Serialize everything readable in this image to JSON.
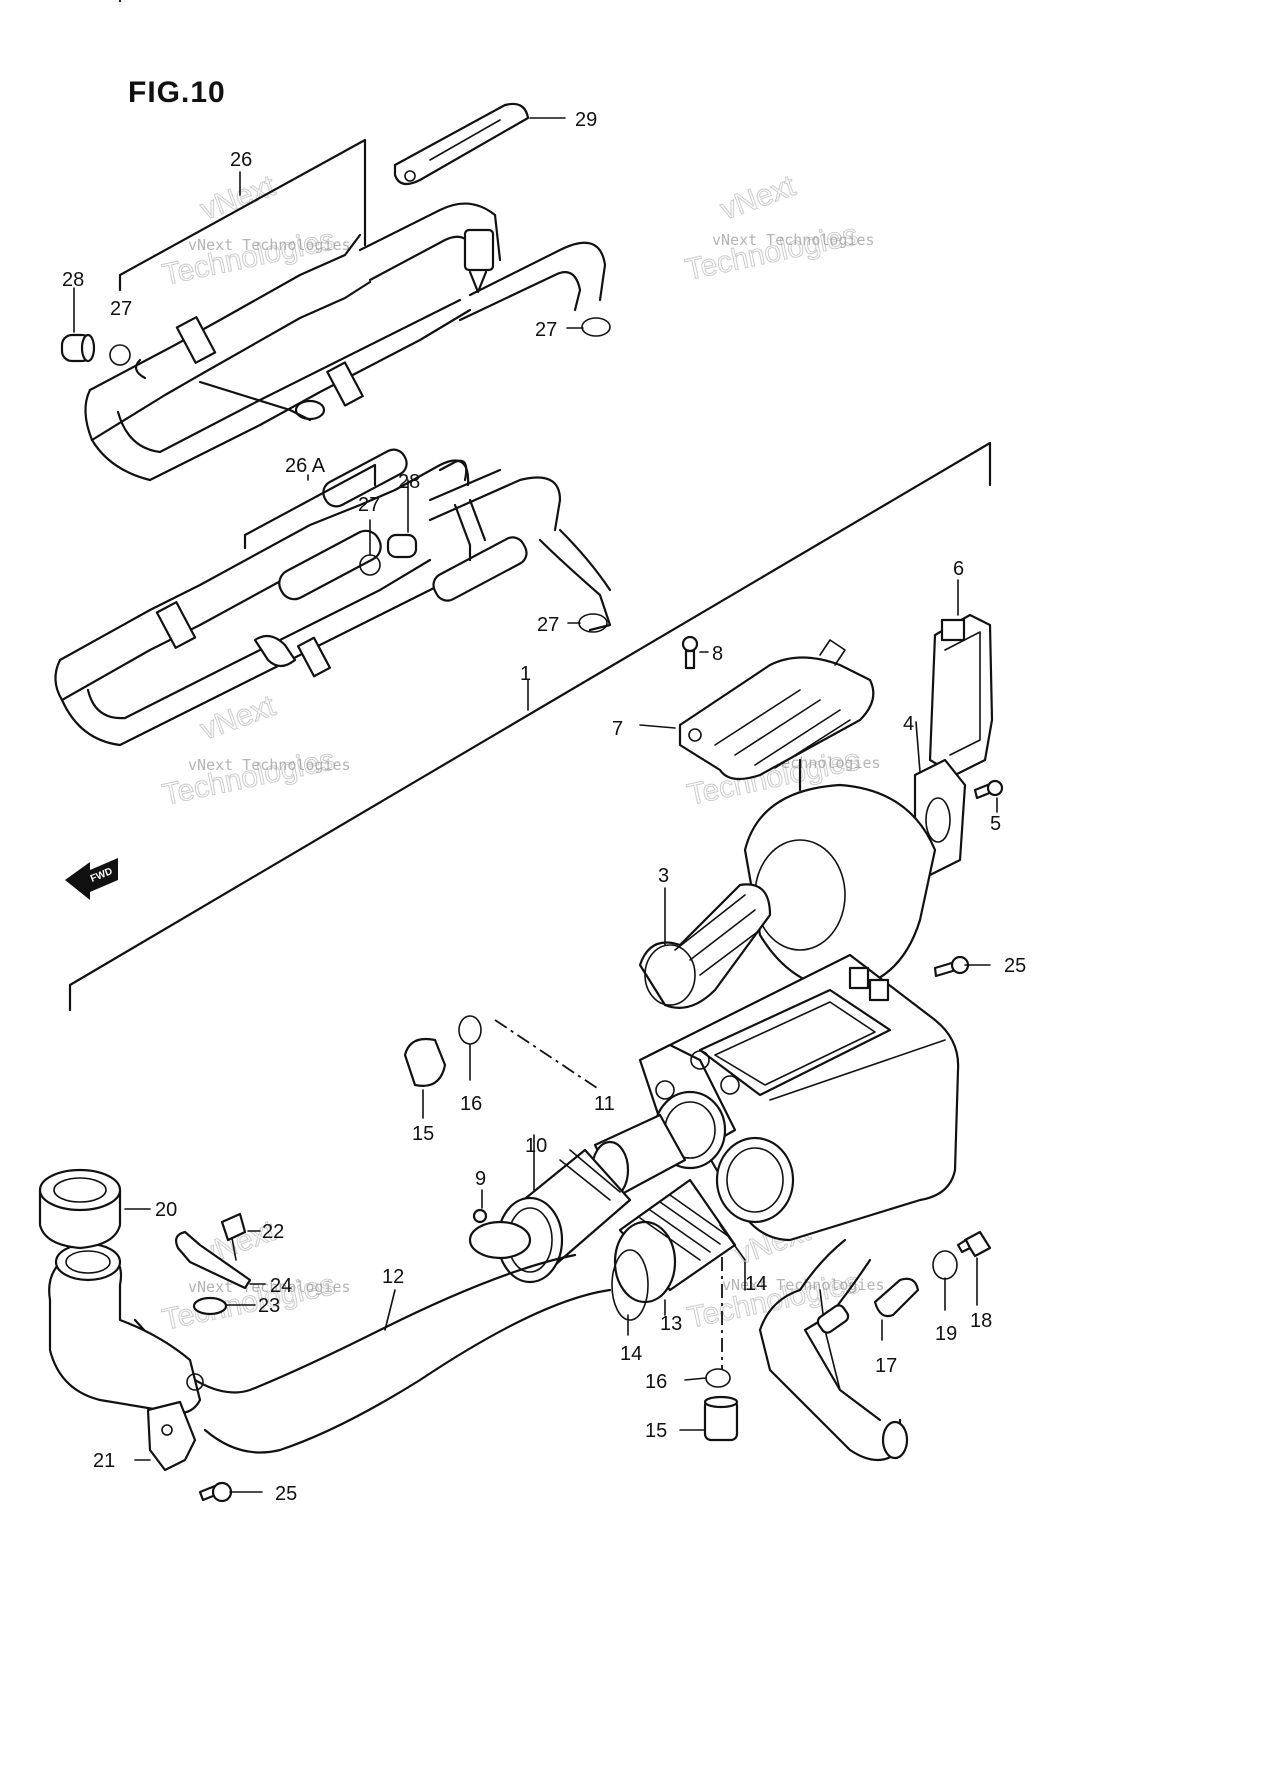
{
  "figure": {
    "title": "FIG.10",
    "fwd_label": "FWD"
  },
  "watermark": {
    "line1": "vNext",
    "line2": "vNext Technologies",
    "line3": "Technologies"
  },
  "callouts": {
    "c1": "1",
    "c3": "3",
    "c4": "4",
    "c5": "5",
    "c6": "6",
    "c7": "7",
    "c8": "8",
    "c9": "9",
    "c10": "10",
    "c11": "11",
    "c12": "12",
    "c13": "13",
    "c14a": "14",
    "c14b": "14",
    "c15a": "15",
    "c15b": "15",
    "c16a": "16",
    "c16b": "16",
    "c17": "17",
    "c18": "18",
    "c19": "19",
    "c20": "20",
    "c21": "21",
    "c22": "22",
    "c23": "23",
    "c24": "24",
    "c25a": "25",
    "c25b": "25",
    "c26": "26",
    "c26a": "26 A",
    "c27a": "27",
    "c27b": "27",
    "c27c": "27",
    "c27d": "27",
    "c28a": "28",
    "c28b": "28",
    "c29": "29"
  }
}
